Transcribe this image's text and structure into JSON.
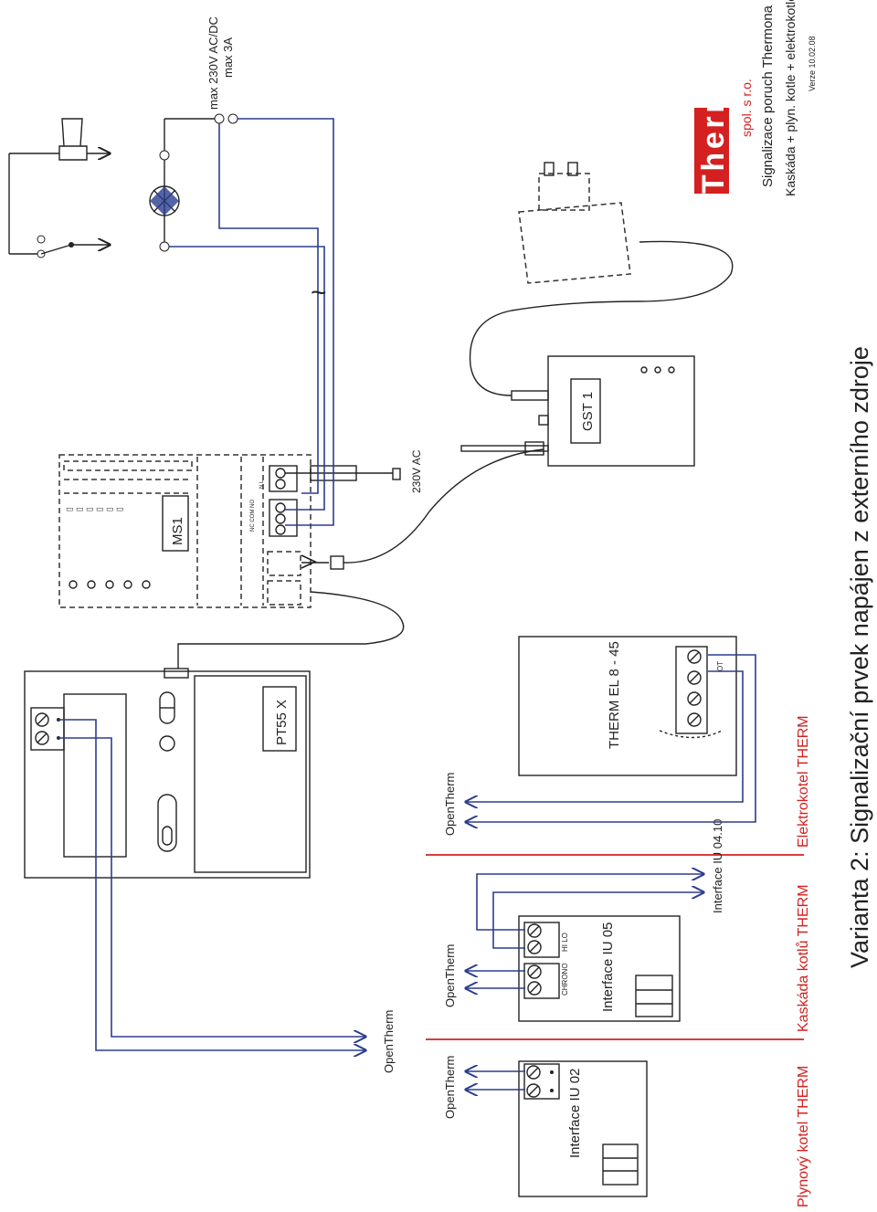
{
  "title": "Varianta 2: Signalizační prvek napájen z externího zdroje",
  "company": {
    "logo_text": "Thermona",
    "suffix": "spol. s r.o.",
    "subtitle": "Signalizace poruch Thermona",
    "description": "Kaskáda + plyn. kotle + elektrokotle",
    "version": "Verze 10.02.08",
    "brand_color": "#d42020"
  },
  "sections": {
    "gas": "Plynový kotel THERM",
    "cascade": "Kaskáda kotlů THERM",
    "electric": "Elektrokotel THERM"
  },
  "devices": {
    "iu02": "Interface IU 02",
    "iu05": "Interface IU 05",
    "iu0410": "Interface IU 04.10",
    "therm_el": "THERM EL 8 - 45",
    "pt55x": "PT55 X",
    "ms1": "MS1",
    "gst1": "GST 1"
  },
  "labels": {
    "opentherm": "OpenTherm",
    "power_230": "230V AC",
    "supply": "max 230V AC/DC",
    "supply_current": "max 3A",
    "chrono": "CHRONO",
    "hilo": "HI LO",
    "ot": "OT",
    "relay_terms": "NC COM NO",
    "power_terms": "N L"
  },
  "colors": {
    "wire": "#2b3d8f",
    "line": "#222222",
    "divider": "#d42020"
  }
}
